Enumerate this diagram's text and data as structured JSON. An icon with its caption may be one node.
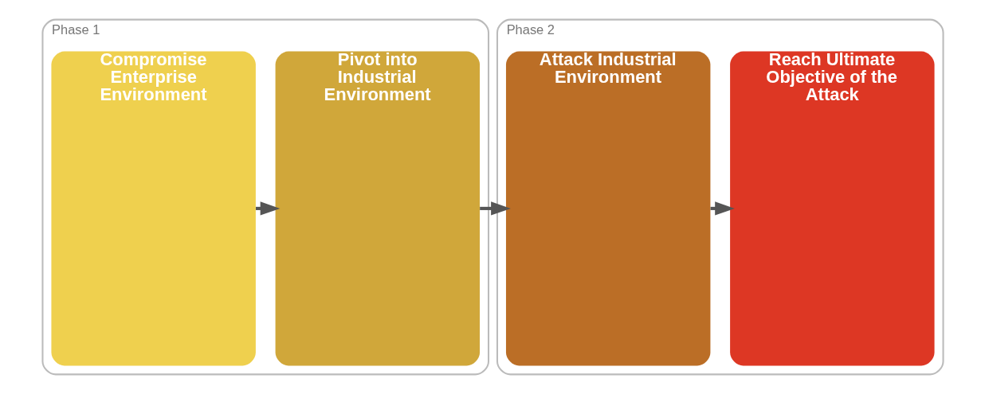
{
  "diagram": {
    "nodes": [
      {
        "text": [
          "Phase 1"
        ]
      },
      {
        "text": [
          "Compromise Enterprise Environment"
        ],
        "in": 0
      },
      {
        "text": [
          "Pivot into Industrial Environment"
        ],
        "in": 0
      },
      {
        "text": [
          "Phase 2"
        ]
      },
      {
        "text": [
          "Attack Industrial Environment"
        ],
        "in": 3
      },
      {
        "text": [
          "Reach Ultimate Objective of the Attack"
        ],
        "in": 3
      }
    ],
    "edges": [
      {
        "from": 1,
        "to": 2,
        "arrow": "to"
      },
      {
        "from": 2,
        "to": 4,
        "arrow": "to"
      },
      {
        "from": 4,
        "to": 5,
        "arrow": "to"
      }
    ]
  }
}
